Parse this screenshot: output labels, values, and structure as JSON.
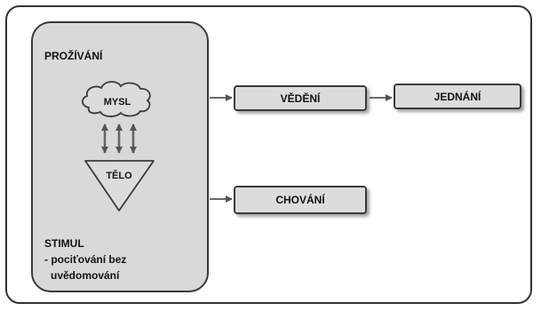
{
  "panel": {
    "title": "PROŽÍVÁNÍ",
    "mind": "MYSL",
    "body": "TĚLO",
    "stimulus_title": "STIMUL",
    "stimulus_line1": "- pociťování bez",
    "stimulus_line2": "uvědomování"
  },
  "boxes": {
    "knowing": "VĚDĚNÍ",
    "acting": "JEDNÁNÍ",
    "behaviour": "CHOVÁNÍ"
  },
  "colors": {
    "panel_fill": "#d9d9d9",
    "box_fill": "#dcdcdc",
    "stroke": "#3a3a3a",
    "arrow": "#666666"
  }
}
